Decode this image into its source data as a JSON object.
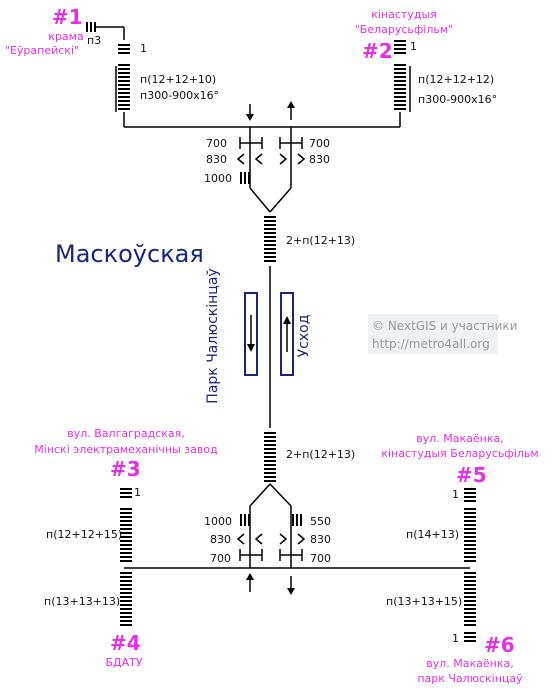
{
  "station_name": "Маскоўская",
  "platform": {
    "left_label": "Парк Чалюскінцаў",
    "right_label": "Усход"
  },
  "copyright": {
    "line1": "© NextGIS и участники",
    "line2": "http://metro4all.org"
  },
  "exits": [
    {
      "num": "#1",
      "desc1": "крама",
      "desc2": "\"Еўрапейскі\"",
      "stair_top": "п3",
      "stair_label": "1"
    },
    {
      "num": "#2",
      "desc1": "кінастудыя",
      "desc2": "\"Беларусьфільм\"",
      "stair_label": "1"
    },
    {
      "num": "#3",
      "desc1": "вул. Валгаградская,",
      "desc2": "Мінскі электрамеханічны завод",
      "stair_label": "1"
    },
    {
      "num": "#4",
      "desc1": "БДАТУ"
    },
    {
      "num": "#5",
      "desc1": "вул. Макаёнка,",
      "desc2": "кінастудыя Беларусьфільм",
      "stair_label": "1"
    },
    {
      "num": "#6",
      "desc1": "вул. Макаёнка,",
      "desc2": "парк Чалюскінцаў",
      "stair_label": "1"
    }
  ],
  "top_hall": {
    "left_stair_label1": "п(12+12+10)",
    "left_stair_label2": "п300-900х16°",
    "right_stair_label1": "п(12+12+12)",
    "right_stair_label2": "п300-900х16°",
    "gate_left": [
      "700",
      "830",
      "1000"
    ],
    "gate_right": [
      "700",
      "830"
    ],
    "down_stair": "2+п(12+13)"
  },
  "bottom_hall": {
    "up_stair": "2+п(12+13)",
    "gate_left": [
      "1000",
      "830",
      "700"
    ],
    "gate_right": [
      "550",
      "830",
      "700"
    ],
    "stair3": "п(12+12+15)",
    "stair4": "п(13+13+13)",
    "stair5": "п(14+13)",
    "stair6": "п(13+13+15)"
  },
  "colors": {
    "accent": "#e62ee6",
    "station": "#1a237e",
    "line": "#000000",
    "copyright": "#9a9a9a"
  }
}
